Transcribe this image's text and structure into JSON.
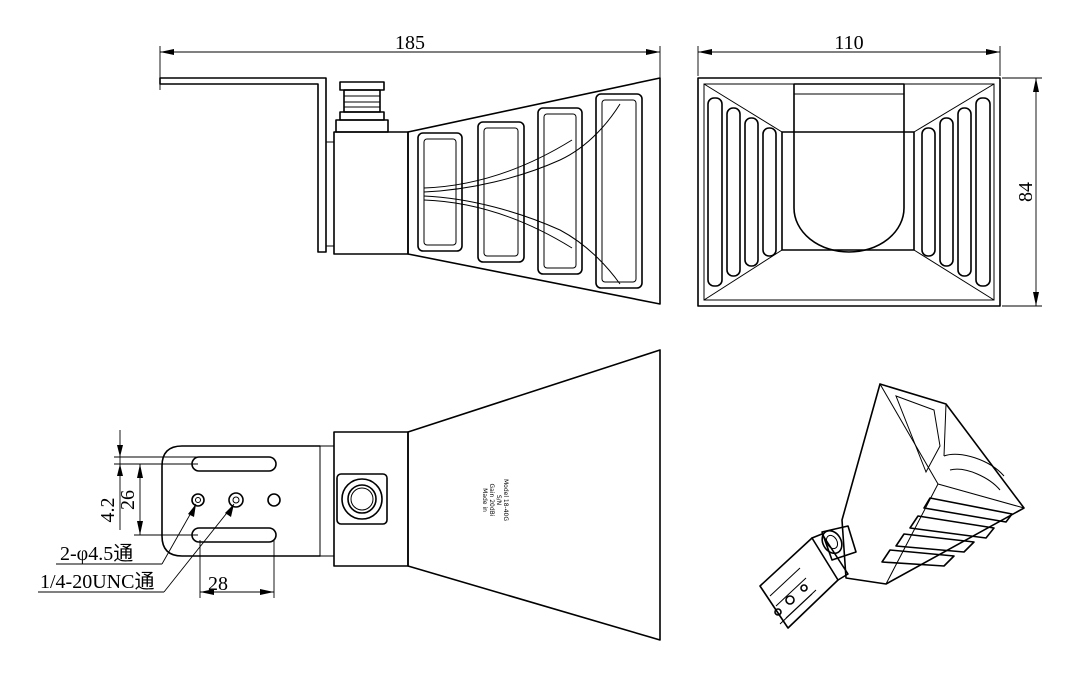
{
  "dimensions": {
    "overall_length": "185",
    "width": "110",
    "height": "84",
    "slot_offset": "4.2",
    "slot_spacing": "26",
    "hole_spacing": "28"
  },
  "callouts": {
    "through_holes": "2-φ4.5通",
    "threaded_hole": "1/4-20UNC通"
  },
  "nameplate": {
    "line1": "Model 18-40G",
    "line2": "S/N",
    "line3": "Gain 20dBi",
    "line4": "Made in"
  }
}
